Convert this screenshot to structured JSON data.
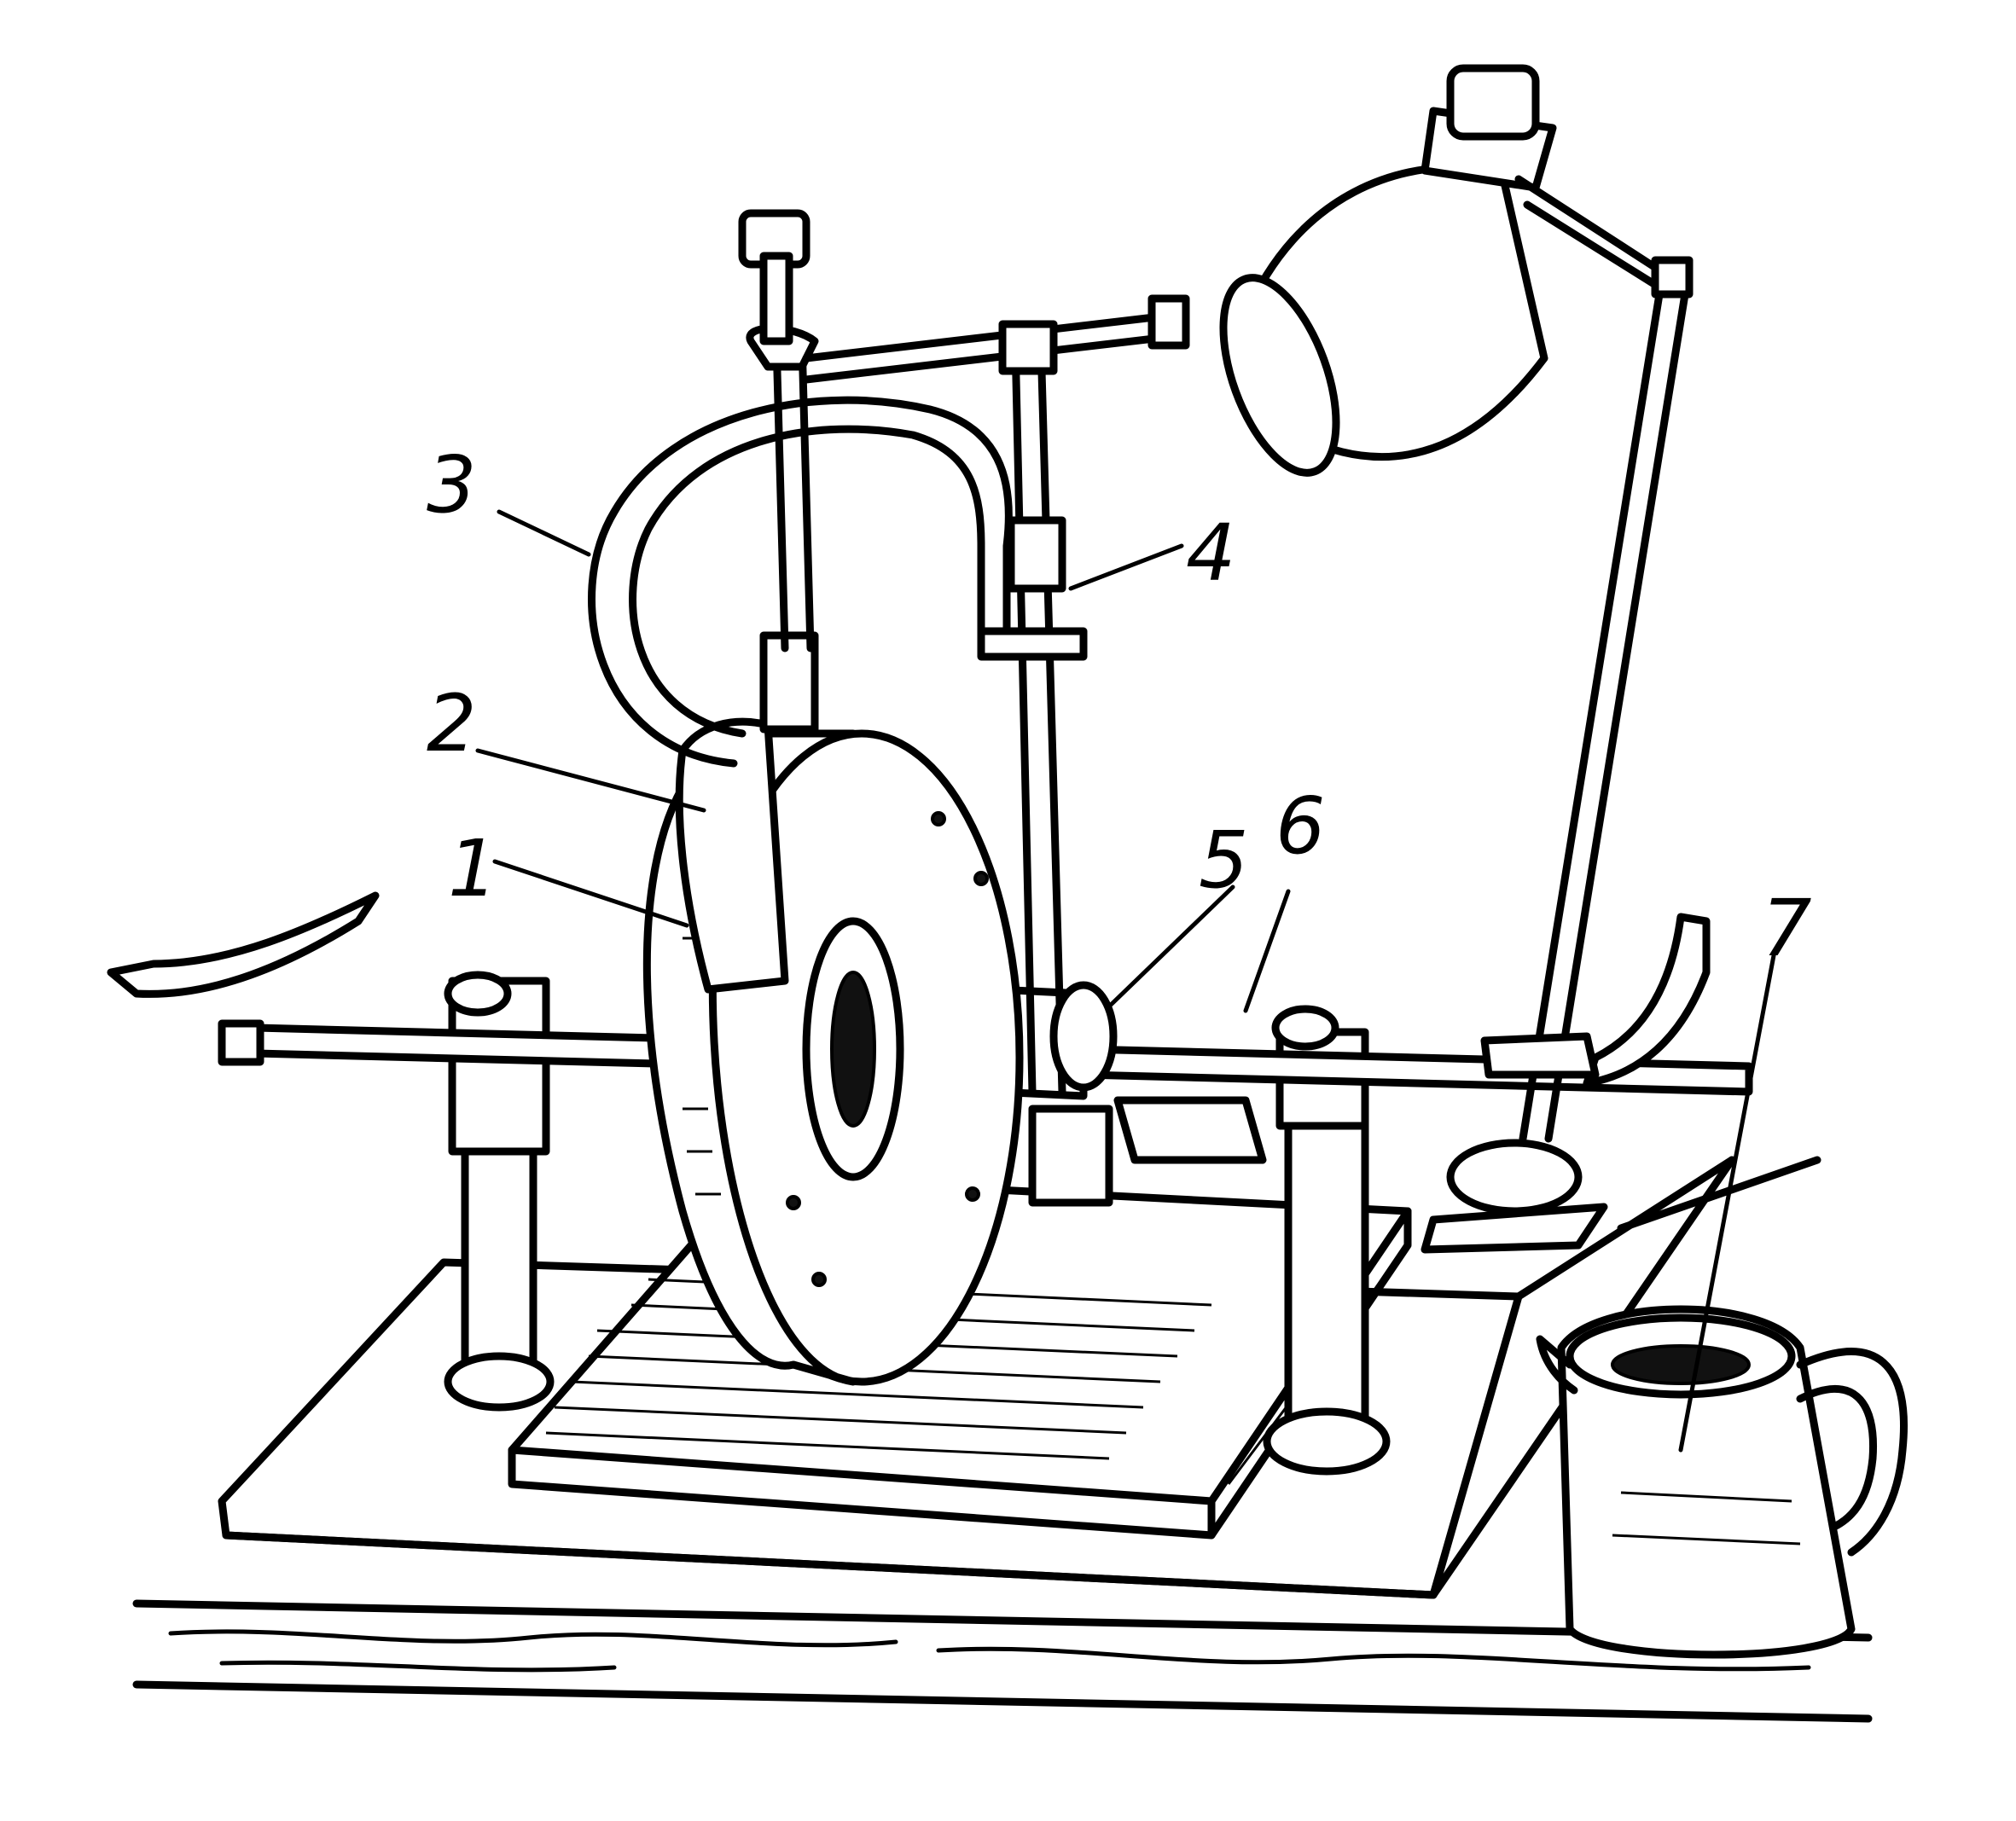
{
  "labels": [
    {
      "id": "1",
      "text": "1"
    },
    {
      "id": "2",
      "text": "2"
    },
    {
      "id": "3",
      "text": "3"
    },
    {
      "id": "4",
      "text": "4"
    },
    {
      "id": "5",
      "text": "5"
    },
    {
      "id": "6",
      "text": "6"
    },
    {
      "id": "7",
      "text": "7"
    }
  ],
  "icons": {
    "wheel": "grinding-wheel-icon",
    "lamp": "lamp-icon",
    "jug": "water-jug-icon"
  },
  "colors": {
    "ink": "#000000",
    "paper": "#ffffff"
  }
}
